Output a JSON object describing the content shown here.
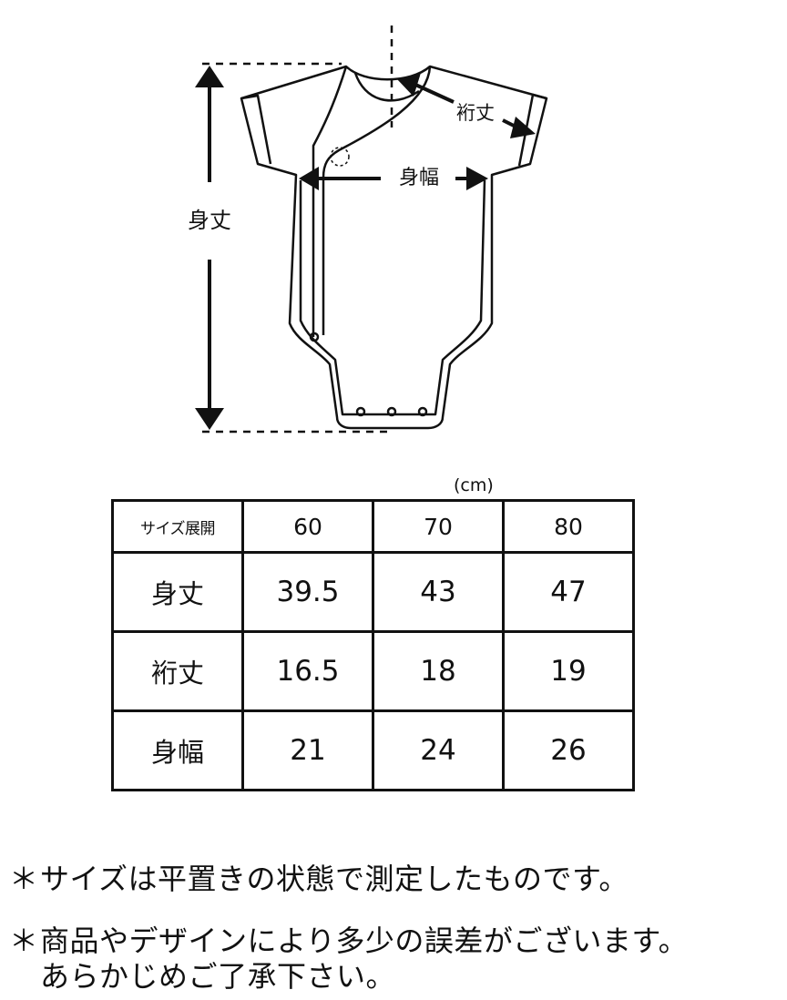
{
  "diagram": {
    "labels": {
      "body_length": "身丈",
      "sleeve_length": "裄丈",
      "body_width": "身幅"
    }
  },
  "unit": "(cm)",
  "table": {
    "corner": "サイズ展開",
    "sizes": [
      "60",
      "70",
      "80"
    ],
    "rows": [
      {
        "label": "身丈",
        "values": [
          "39.5",
          "43",
          "47"
        ]
      },
      {
        "label": "裄丈",
        "values": [
          "16.5",
          "18",
          "19"
        ]
      },
      {
        "label": "身幅",
        "values": [
          "21",
          "24",
          "26"
        ]
      }
    ]
  },
  "notes": {
    "star": "＊",
    "note1": "サイズは平置きの状態で測定したものです。",
    "note2_line1": "商品やデザインにより多少の誤差がございます。",
    "note2_line2": "あらかじめご了承下さい。"
  }
}
